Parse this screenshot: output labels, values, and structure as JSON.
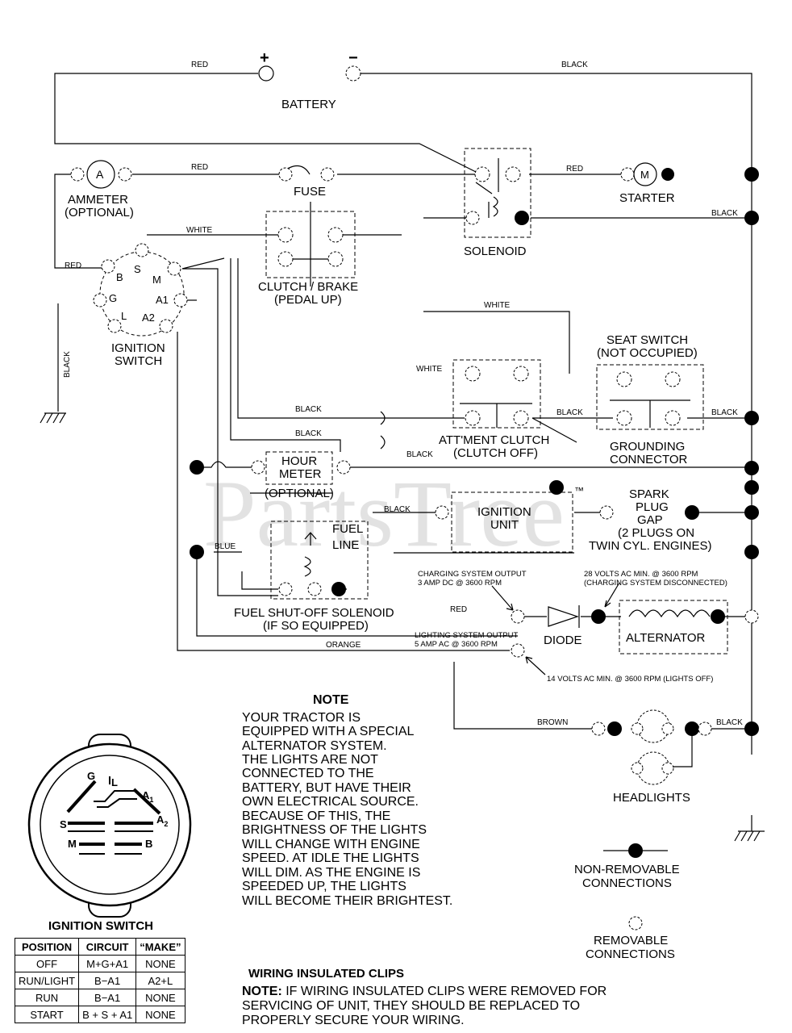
{
  "battery": {
    "pos": "+",
    "neg": "−",
    "label": "BATTERY"
  },
  "wires": {
    "red": "RED",
    "black": "BLACK",
    "white": "WHITE",
    "blue": "BLUE",
    "orange": "ORANGE",
    "brown": "BROWN",
    "black_v": "BLACK"
  },
  "components": {
    "ammeter": "AMMETER",
    "ammeter_opt": "(OPTIONAL)",
    "ammeter_letter": "A",
    "fuse": "FUSE",
    "solenoid": "SOLENOID",
    "starter": "STARTER",
    "starter_letter": "M",
    "clutch_brake": "CLUTCH / BRAKE",
    "clutch_brake_sub": "(PEDAL UP)",
    "ignition_switch": "IGNITION",
    "ignition_switch_2": "SWITCH",
    "seat_switch": "SEAT SWITCH",
    "seat_switch_sub": "(NOT OCCUPIED)",
    "attment_clutch": "ATT'MENT CLUTCH",
    "attment_clutch_sub": "(CLUTCH OFF)",
    "grounding": "GROUNDING",
    "grounding_2": "CONNECTOR",
    "hour_meter": "HOUR",
    "hour_meter_2": "METER",
    "hour_meter_opt": "(OPTIONAL)",
    "ignition_unit": "IGNITION",
    "ignition_unit_2": "UNIT",
    "spark_1": "SPARK",
    "spark_2": "PLUG",
    "spark_3": "GAP",
    "spark_4": "(2 PLUGS ON",
    "spark_5": "TWIN CYL. ENGINES)",
    "fuel_1": "FUEL",
    "fuel_2": "LINE",
    "fuel_sol": "FUEL SHUT-OFF SOLENOID",
    "fuel_sol_2": "(IF SO EQUIPPED)",
    "diode": "DIODE",
    "alternator": "ALTERNATOR",
    "headlights": "HEADLIGHTS"
  },
  "pins": {
    "S": "S",
    "B": "B",
    "M": "M",
    "G": "G",
    "A1": "A1",
    "L": "L",
    "A2": "A2"
  },
  "specs": {
    "charge_1": "CHARGING SYSTEM OUTPUT",
    "charge_2": "3 AMP DC @ 3600 RPM",
    "volts_1": "28 VOLTS AC MIN. @ 3600 RPM",
    "volts_2": "(CHARGING SYSTEM DISCONNECTED)",
    "light_1": "LIGHTING SYSTEM OUTPUT",
    "light_2": "5 AMP AC @ 3600 RPM",
    "volts_3": "14 VOLTS AC MIN. @ 3600 RPM (LIGHTS OFF)"
  },
  "note": {
    "title": "NOTE",
    "lines": [
      "YOUR TRACTOR IS",
      "EQUIPPED WITH A SPECIAL",
      "ALTERNATOR SYSTEM.",
      "THE LIGHTS ARE NOT",
      "CONNECTED TO THE",
      "BATTERY, BUT HAVE THEIR",
      "OWN ELECTRICAL SOURCE.",
      "BECAUSE OF THIS, THE",
      "BRIGHTNESS OF THE LIGHTS",
      "WILL CHANGE WITH ENGINE",
      "SPEED.  AT IDLE THE LIGHTS",
      "WILL DIM.  AS THE ENGINE IS",
      "SPEEDED UP, THE LIGHTS",
      "WILL BECOME THEIR BRIGHTEST."
    ]
  },
  "legend": {
    "nonremovable_1": "NON-REMOVABLE",
    "nonremovable_2": "CONNECTIONS",
    "removable_1": "REMOVABLE",
    "removable_2": "CONNECTIONS"
  },
  "clips": {
    "title": "WIRING INSULATED CLIPS",
    "note_label": "NOTE:",
    "line1": " IF WIRING INSULATED CLIPS WERE REMOVED FOR",
    "line2": "SERVICING OF UNIT, THEY SHOULD BE REPLACED TO",
    "line3": "PROPERLY SECURE YOUR WIRING."
  },
  "switch_view": {
    "title": "IGNITION SWITCH",
    "G": "G",
    "L": "L",
    "A1": "A",
    "A1_sub": "1",
    "S": "S",
    "A2": "A",
    "A2_sub": "2",
    "M": "M",
    "B": "B"
  },
  "position_table": {
    "headers": [
      "POSITION",
      "CIRCUIT",
      "“MAKE”"
    ],
    "rows": [
      [
        "OFF",
        "M+G+A1",
        "NONE"
      ],
      [
        "RUN/LIGHT",
        "B−A1",
        "A2+L"
      ],
      [
        "RUN",
        "B−A1",
        "NONE"
      ],
      [
        "START",
        "B + S + A1",
        "NONE"
      ]
    ]
  },
  "watermark": {
    "text": "PartsTree",
    "tm": "™"
  }
}
